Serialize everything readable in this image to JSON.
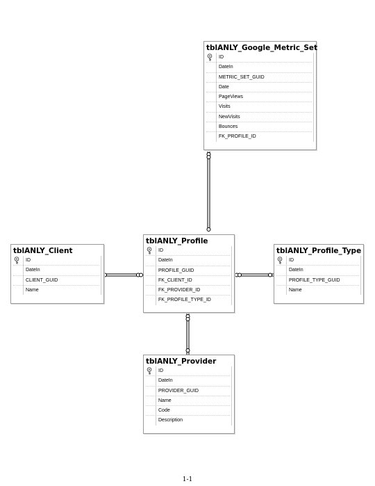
{
  "tables": {
    "google_metric_set": {
      "title": "tblANLY_Google_Metric_Set",
      "columns": [
        "ID",
        "DateIn",
        "METRIC_SET_GUID",
        "Date",
        "PageViews",
        "Visits",
        "NewVisits",
        "Bounces",
        "FK_PROFILE_ID"
      ],
      "primary_key": "ID"
    },
    "client": {
      "title": "tblANLY_Client",
      "columns": [
        "ID",
        "DateIn",
        "CLIENT_GUID",
        "Name"
      ],
      "primary_key": "ID"
    },
    "profile": {
      "title": "tblANLY_Profile",
      "columns": [
        "ID",
        "DateIn",
        "PROFILE_GUID",
        "FK_CLIENT_ID",
        "FK_PROVIDER_ID",
        "FK_PROFILE_TYPE_ID"
      ],
      "primary_key": "ID"
    },
    "profile_type": {
      "title": "tblANLY_Profile_Type",
      "columns": [
        "ID",
        "DateIn",
        "PROFILE_TYPE_GUID",
        "Name"
      ],
      "primary_key": "ID"
    },
    "provider": {
      "title": "tblANLY_Provider",
      "columns": [
        "ID",
        "DateIn",
        "PROVIDER_GUID",
        "Name",
        "Code",
        "Description"
      ],
      "primary_key": "ID"
    }
  },
  "relationships": [
    {
      "from": "google_metric_set",
      "to": "profile"
    },
    {
      "from": "profile",
      "to": "client"
    },
    {
      "from": "profile",
      "to": "profile_type"
    },
    {
      "from": "profile",
      "to": "provider"
    }
  ],
  "icons": {
    "primary_key": "key-icon"
  },
  "footer": {
    "page_number": "1-1"
  }
}
